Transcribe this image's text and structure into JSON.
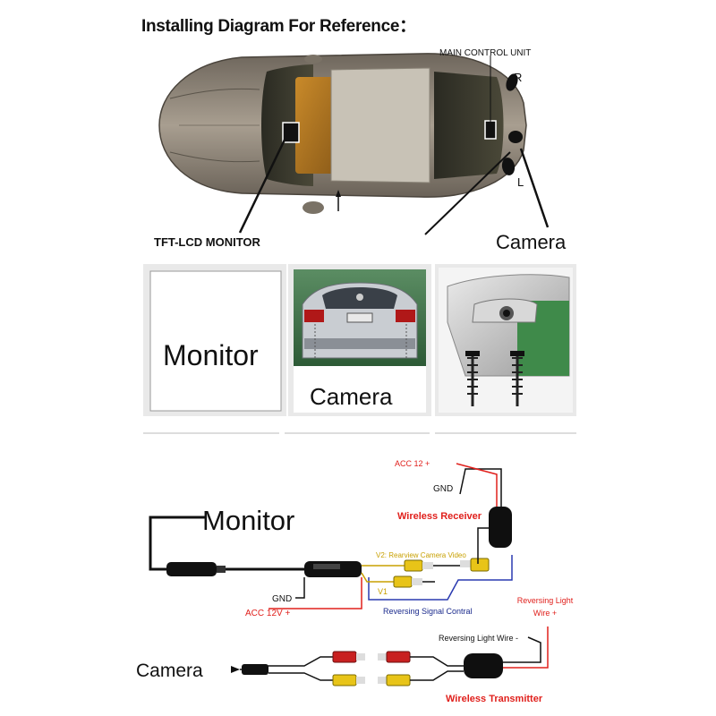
{
  "title": "Installing Diagram For Reference：",
  "car_diagram": {
    "main_control_unit": "MAIN CONTROL UNIT",
    "r_label": "R",
    "l_label": "L",
    "tft_label": "TFT-LCD MONITOR",
    "camera_label": "Camera"
  },
  "panels": {
    "monitor_label": "Monitor",
    "camera_label": "Camera"
  },
  "wiring": {
    "acc12_top": "ACC 12 +",
    "gnd_top": "GND",
    "wireless_receiver": "Wireless Receiver",
    "monitor_label": "Monitor",
    "v2_label": "V2: Rearview Camera Video",
    "v1_label": "V1",
    "gnd_bottom": "GND",
    "acc12v": "ACC 12V +",
    "reversing_signal": "Reversing Signal Contral",
    "reversing_light_wire_red": "Reversing Light Wire +",
    "reversing_light_wire": "Reversing Light Wire -",
    "camera_label": "Camera",
    "wireless_transmitter": "Wireless Transmitter"
  },
  "colors": {
    "red_label": "#e0201c",
    "yellow_label": "#c8a000",
    "blue_label": "#1a2a8c",
    "car_body": "#8f8578"
  }
}
